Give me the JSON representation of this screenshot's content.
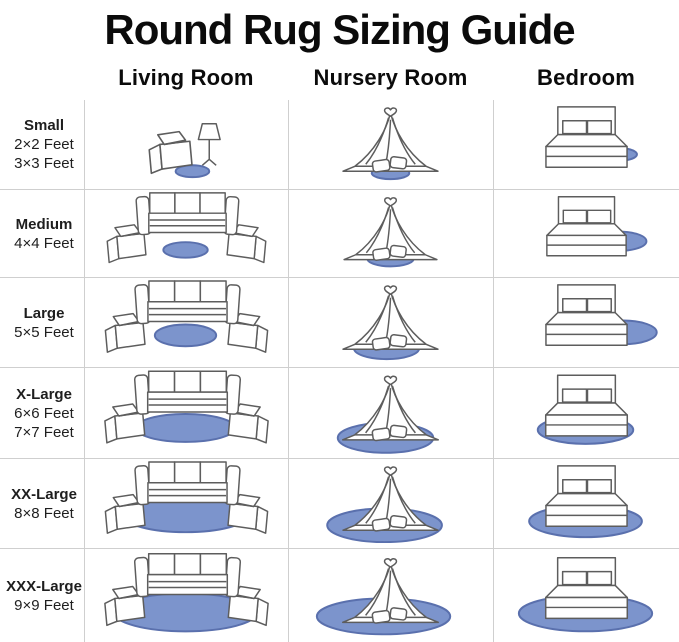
{
  "title": "Round Rug Sizing Guide",
  "columns": [
    {
      "id": "living",
      "label": "Living Room"
    },
    {
      "id": "nursery",
      "label": "Nursery Room"
    },
    {
      "id": "bedroom",
      "label": "Bedroom"
    }
  ],
  "rows": [
    {
      "label": "Small",
      "sizes": [
        "2×2 Feet",
        "3×3 Feet"
      ]
    },
    {
      "label": "Medium",
      "sizes": [
        "4×4 Feet"
      ]
    },
    {
      "label": "Large",
      "sizes": [
        "5×5 Feet"
      ]
    },
    {
      "label": "X-Large",
      "sizes": [
        "6×6 Feet",
        "7×7 Feet"
      ]
    },
    {
      "label": "XX-Large",
      "sizes": [
        "8×8 Feet"
      ]
    },
    {
      "label": "XXX-Large",
      "sizes": [
        "9×9 Feet"
      ]
    }
  ],
  "colors": {
    "rug": "#7c94cc",
    "rug_edge": "#5a70ad",
    "line_art": "#5d5d5d",
    "grid_line": "#cfcfcf",
    "text": "#111111"
  },
  "rugs": {
    "living": [
      [
        108,
        72,
        17,
        6
      ],
      [
        101,
        62,
        23,
        8
      ],
      [
        101,
        58,
        31,
        11
      ],
      [
        101,
        60,
        50,
        14
      ],
      [
        101,
        57,
        63,
        17
      ],
      [
        101,
        62,
        72,
        19
      ]
    ],
    "nursery": [
      [
        102,
        74,
        19,
        6
      ],
      [
        102,
        71,
        24,
        8
      ],
      [
        98,
        71,
        33,
        11
      ],
      [
        97,
        70,
        48,
        15
      ],
      [
        96,
        67,
        58,
        17
      ],
      [
        95,
        66,
        67,
        18
      ]
    ],
    "bedroom": [
      [
        121,
        55,
        23,
        7
      ],
      [
        126,
        53,
        29,
        10
      ],
      [
        130,
        55,
        34,
        12
      ],
      [
        92,
        62,
        48,
        14
      ],
      [
        92,
        63,
        57,
        16
      ],
      [
        92,
        63,
        67,
        18
      ]
    ]
  }
}
